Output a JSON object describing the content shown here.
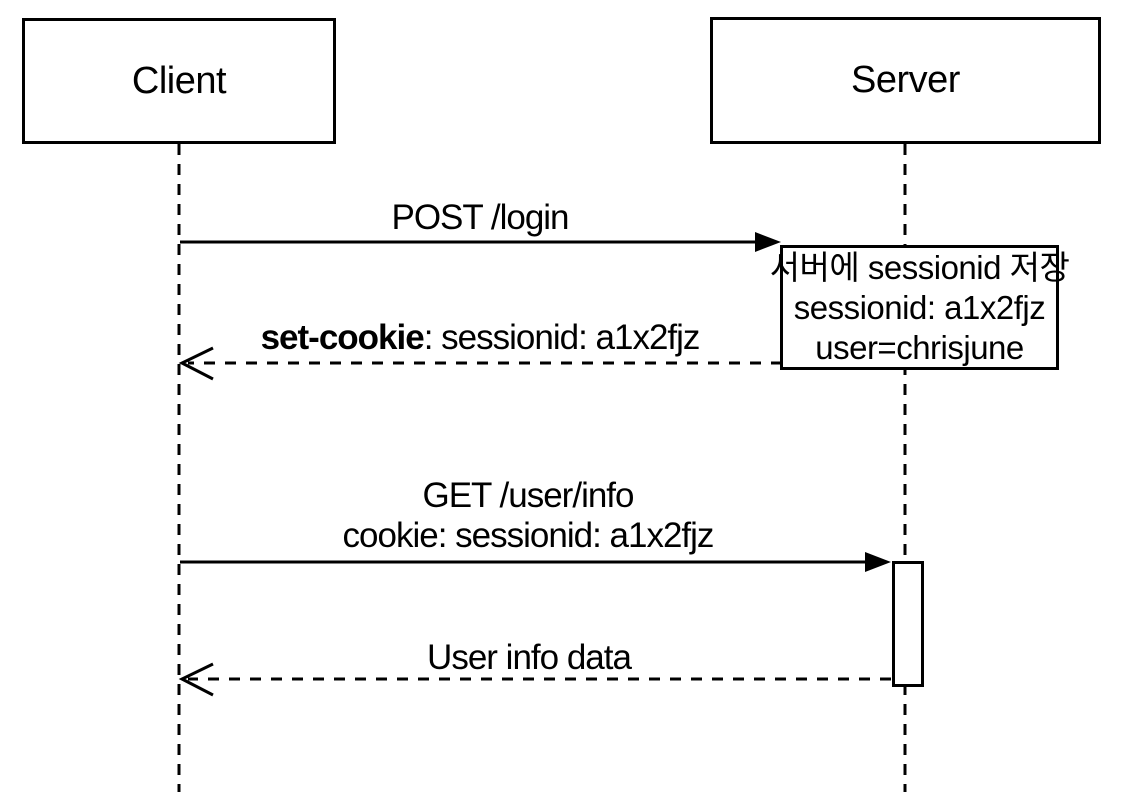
{
  "diagram": {
    "type": "uml-sequence-diagram",
    "colors": {
      "stroke": "#000000",
      "background": "#ffffff",
      "shape_fill": "#ffffff"
    },
    "actors": [
      {
        "id": "client",
        "label": "Client"
      },
      {
        "id": "server",
        "label": "Server"
      }
    ],
    "messages": [
      {
        "from": "Client",
        "to": "Server",
        "style": "solid",
        "arrowhead": "filled",
        "label": "POST /login"
      },
      {
        "from": "Server",
        "to": "Client",
        "style": "dashed",
        "arrowhead": "open",
        "label_bold": "set-cookie",
        "label_rest": ": sessionid: a1x2fjz"
      },
      {
        "from": "Client",
        "to": "Server",
        "style": "solid",
        "arrowhead": "filled",
        "label_line1": "GET /user/info",
        "label_line2": "cookie: sessionid: a1x2fjz"
      },
      {
        "from": "Server",
        "to": "Client",
        "style": "dashed",
        "arrowhead": "open",
        "label": "User info data"
      }
    ],
    "note": {
      "attached_to": "Server",
      "lines": [
        "서버에 sessionid 저장",
        "sessionid: a1x2fjz",
        "user=chrisjune"
      ]
    }
  }
}
